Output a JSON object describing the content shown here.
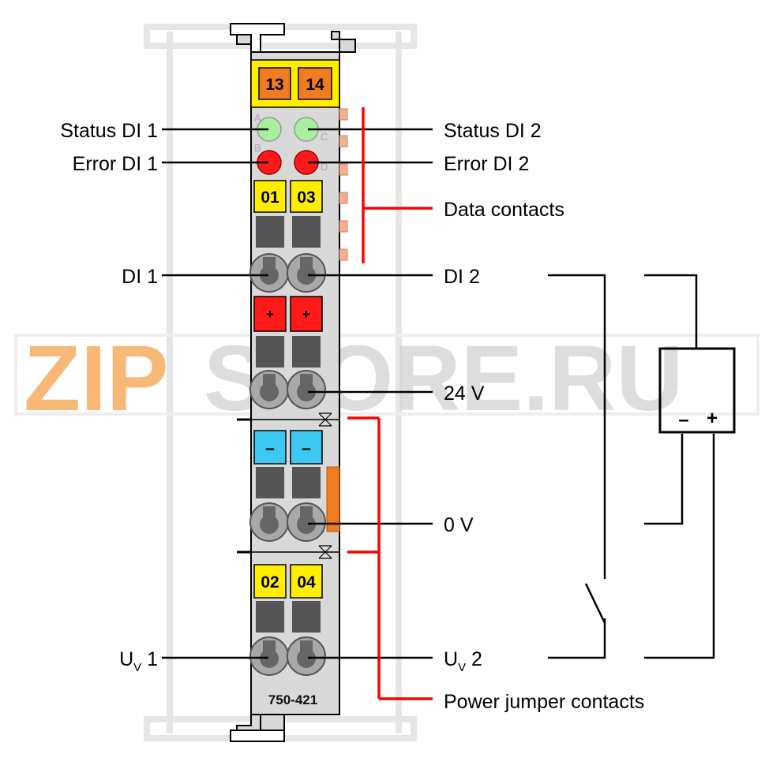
{
  "watermark": {
    "left": "ZIP",
    "right": "STORE.RU",
    "left_color": "#f6a24a",
    "right_color": "#cfcfcf"
  },
  "module": {
    "part_number": "750-421",
    "top_markers": [
      "13",
      "14"
    ],
    "led_letters": [
      "A",
      "C",
      "B",
      "D"
    ],
    "channel_markers_1": [
      "01",
      "03"
    ],
    "plus_markers": [
      "+",
      "+"
    ],
    "minus_markers": [
      "–",
      "–"
    ],
    "channel_markers_2": [
      "02",
      "04"
    ]
  },
  "labels_left": {
    "status_di1": "Status DI 1",
    "error_di1": "Error DI 1",
    "di1": "DI 1",
    "uv1_main": "U",
    "uv1_sub": "V",
    "uv1_num": " 1"
  },
  "labels_right": {
    "status_di2": "Status DI 2",
    "error_di2": "Error DI 2",
    "data_contacts": "Data contacts",
    "di2": "DI 2",
    "v24": "24 V",
    "v0": "0 V",
    "uv2_main": "U",
    "uv2_sub": "V",
    "uv2_num": " 2",
    "power_jumper": "Power jumper contacts"
  },
  "sensor": {
    "minus": "–",
    "plus": "+"
  },
  "colors": {
    "housing": "#d9d9d9",
    "yellow_marker": "#ffee00",
    "orange_marker": "#f07c22",
    "led_green": "#a8f0a0",
    "led_red": "#ff1a1a",
    "plus_red": "#ff1a1a",
    "minus_blue": "#3cc8f0",
    "contact_slot": "#555555",
    "callout_red": "#ff0000"
  }
}
